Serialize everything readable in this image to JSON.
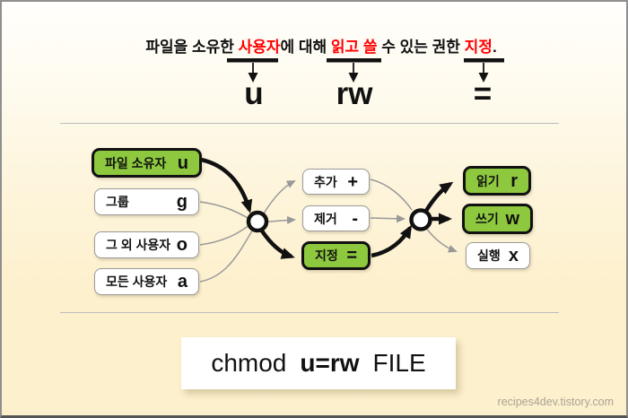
{
  "header": {
    "sentence": [
      {
        "text": "파일을 소유한 "
      },
      {
        "text": "사용자"
      },
      {
        "text": "에 대해 "
      },
      {
        "text": "읽고 쓸"
      },
      {
        "text": " 수 있는 권한 "
      },
      {
        "text": "지정"
      },
      {
        "text": "."
      }
    ],
    "markers": [
      {
        "symbol": "u"
      },
      {
        "symbol": "rw"
      },
      {
        "symbol": "="
      }
    ]
  },
  "diagram": {
    "who": [
      {
        "label": "파일 소유자",
        "letter": "u",
        "active": true
      },
      {
        "label": "그룹",
        "letter": "g",
        "active": false
      },
      {
        "label": "그 외 사용자",
        "letter": "o",
        "active": false
      },
      {
        "label": "모든 사용자",
        "letter": "a",
        "active": false
      }
    ],
    "op": [
      {
        "label": "추가",
        "letter": "+",
        "active": false
      },
      {
        "label": "제거",
        "letter": "-",
        "active": false
      },
      {
        "label": "지정",
        "letter": "=",
        "active": true
      }
    ],
    "perm": [
      {
        "label": "읽기",
        "letter": "r",
        "active": true
      },
      {
        "label": "쓰기",
        "letter": "w",
        "active": true
      },
      {
        "label": "실행",
        "letter": "x",
        "active": false
      }
    ]
  },
  "command": {
    "name": "chmod",
    "args": "u=rw",
    "file": "FILE"
  },
  "watermark": "recipes4dev.tistory.com",
  "colors": {
    "highlight_green": "#8dc83e",
    "accent_red": "#ff0000",
    "connector_gray": "#999999"
  }
}
